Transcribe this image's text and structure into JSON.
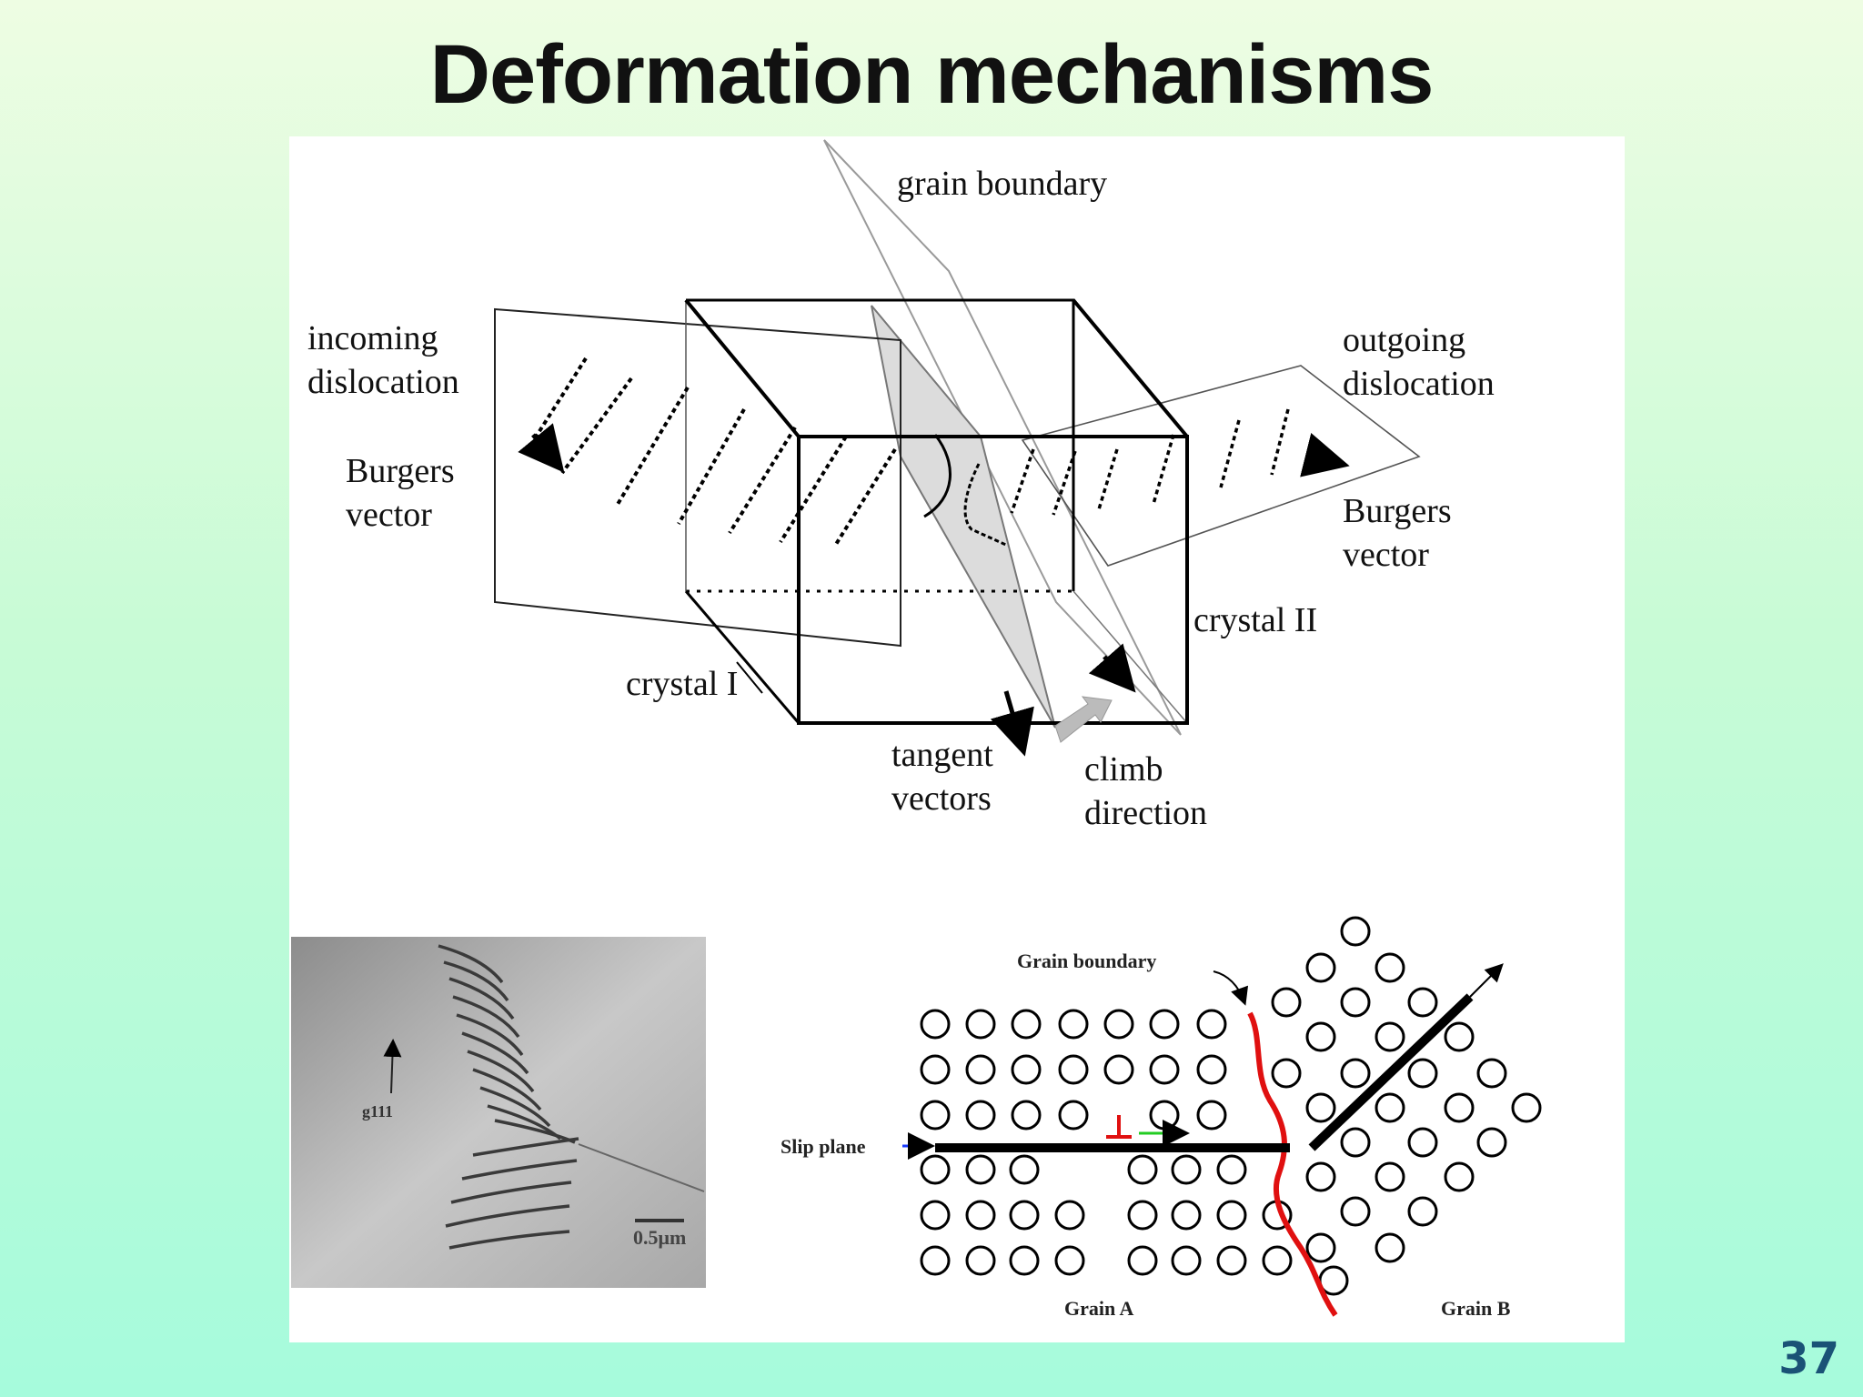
{
  "slide": {
    "title": "Deformation mechanisms",
    "page_number": "37"
  },
  "diagram_3d": {
    "labels": {
      "grain_boundary": "grain boundary",
      "incoming_1": "incoming",
      "incoming_2": "dislocation",
      "burgers_left_1": "Burgers",
      "burgers_left_2": "vector",
      "outgoing_1": "outgoing",
      "outgoing_2": "dislocation",
      "burgers_right_1": "Burgers",
      "burgers_right_2": "vector",
      "crystal_2": "crystal II",
      "crystal_1": "crystal I",
      "tangent_1": "tangent",
      "tangent_2": "vectors",
      "climb_1": "climb",
      "climb_2": "direction"
    }
  },
  "micrograph": {
    "label": "g111",
    "scale_label": "0.5μm"
  },
  "schematic": {
    "grain_boundary_label": "Grain boundary",
    "slip_plane_label": "Slip plane",
    "grain_a_label": "Grain A",
    "grain_b_label": "Grain B",
    "colors": {
      "boundary": "#e01010",
      "arrow_in": "#1a3cff",
      "arrow_move": "#22cc22",
      "dislocation": "#e01010"
    }
  }
}
